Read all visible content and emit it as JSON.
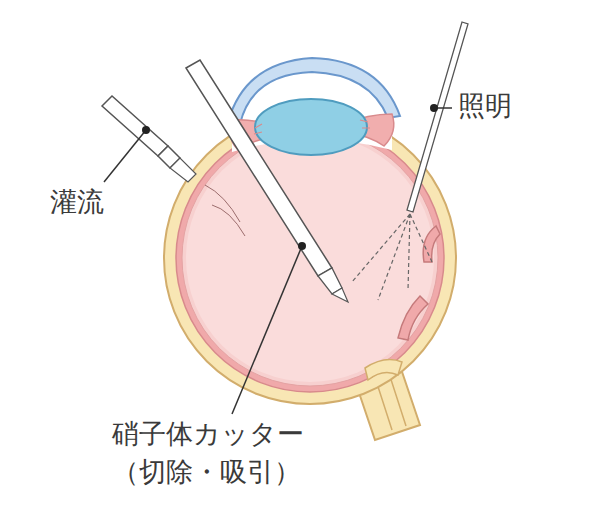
{
  "diagram": {
    "labels": [
      "灌流",
      "照明",
      "硝子体カッター",
      "（切除・吸引）"
    ]
  }
}
